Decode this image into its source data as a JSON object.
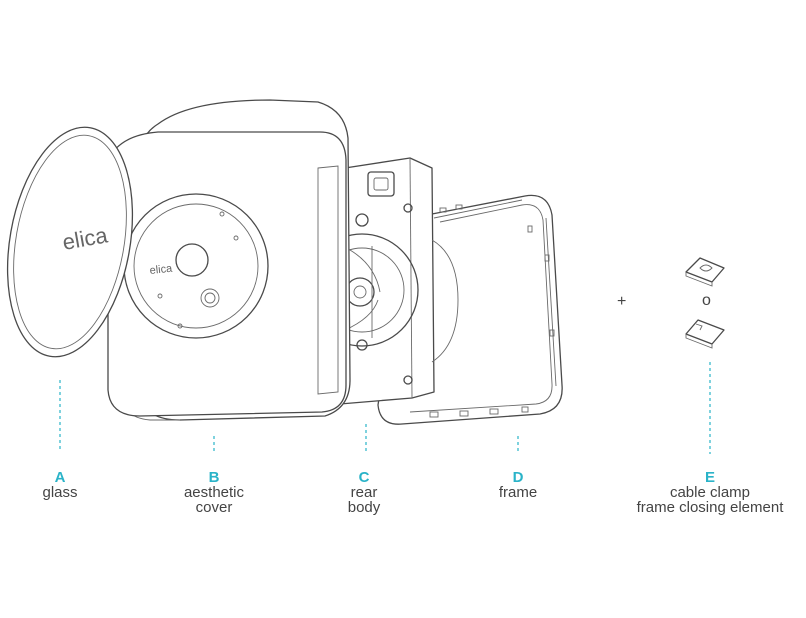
{
  "brand": {
    "logo_text": "elica"
  },
  "components": [
    {
      "letter": "A",
      "lines": [
        "glass"
      ]
    },
    {
      "letter": "B",
      "lines": [
        "aesthetic",
        "cover"
      ]
    },
    {
      "letter": "C",
      "lines": [
        "rear",
        "body"
      ]
    },
    {
      "letter": "D",
      "lines": [
        "frame"
      ]
    },
    {
      "letter": "E",
      "lines": [
        "cable clamp",
        "frame closing element"
      ]
    }
  ],
  "symbols": {
    "plus": "+",
    "circle": "o"
  },
  "colors": {
    "accent": "#2ab3c8",
    "line": "#4a4a4a",
    "text": "#444444"
  }
}
